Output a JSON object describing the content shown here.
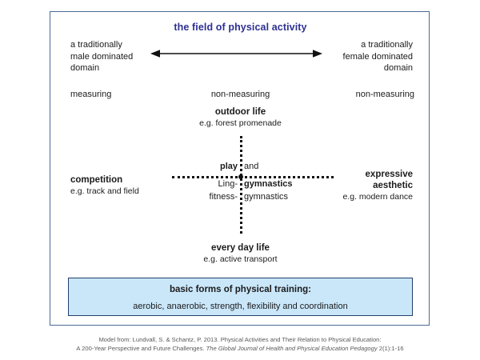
{
  "title": "the field of physical activity",
  "colors": {
    "title": "#2e3192",
    "frame_border": "#4a6a94",
    "basic_box_fill": "#cae7fa",
    "basic_box_border": "#21406b",
    "dotted_line": "#111111",
    "citation": "#5a5a5a"
  },
  "axis": {
    "icon": "double-headed-arrow",
    "left_pole": {
      "line1": "a traditionally",
      "line2": "male dominated",
      "line3": "domain"
    },
    "right_pole": {
      "line1": "a traditionally",
      "line2": "female dominated",
      "line3": "domain"
    }
  },
  "measuring_row": {
    "left": "measuring",
    "center": "non-measuring",
    "right": "non-measuring"
  },
  "blocks": {
    "outdoor": {
      "heading": "outdoor life",
      "example": "e.g. forest promenade"
    },
    "everyday": {
      "heading": "every day life",
      "example": "e.g. active transport"
    },
    "competition": {
      "heading": "competition",
      "example": "e.g. track and field"
    },
    "expressive": {
      "heading_line1": "expressive",
      "heading_line2": "aesthetic",
      "example": "e.g. modern dance"
    }
  },
  "cross_words": {
    "play": "play",
    "and": "and",
    "ling": "Ling-",
    "gymnastics_bold": "gymnastics",
    "fitness": "fitness-",
    "gymnastics_plain": "gymnastics"
  },
  "basic_box": {
    "heading": "basic forms of physical training:",
    "subtitle": "aerobic, anaerobic, strength, flexibility and coordination"
  },
  "citation": {
    "line1": "Model from: Lundvall, S. & Schantz, P. 2013. Physical Activities and Their Relation to Physical Education:",
    "line2_a": "A 200-Year Perspective and Future Challenges. ",
    "line2_italic": "The Global Journal of Health and Physical Education Pedagogy",
    "line2_b": " 2(1):1-16"
  },
  "chart_data": {
    "type": "diagram",
    "title": "the field of physical activity",
    "axes": {
      "horizontal_spectrum": [
        "a traditionally male dominated domain",
        "a traditionally female dominated domain"
      ],
      "measuring_spectrum": [
        "measuring",
        "non-measuring",
        "non-measuring"
      ]
    },
    "quadrant_center": [
      "play",
      "and",
      "Ling-",
      "gymnastics",
      "fitness-",
      "gymnastics"
    ],
    "categories": [
      {
        "label": "outdoor life",
        "example": "e.g. forest promenade",
        "position": "top"
      },
      {
        "label": "competition",
        "example": "e.g. track and field",
        "position": "left"
      },
      {
        "label": "expressive aesthetic",
        "example": "e.g. modern dance",
        "position": "right"
      },
      {
        "label": "every day life",
        "example": "e.g. active transport",
        "position": "bottom"
      }
    ],
    "foundation": {
      "label": "basic forms of physical training:",
      "items": [
        "aerobic",
        "anaerobic",
        "strength",
        "flexibility",
        "coordination"
      ]
    }
  }
}
